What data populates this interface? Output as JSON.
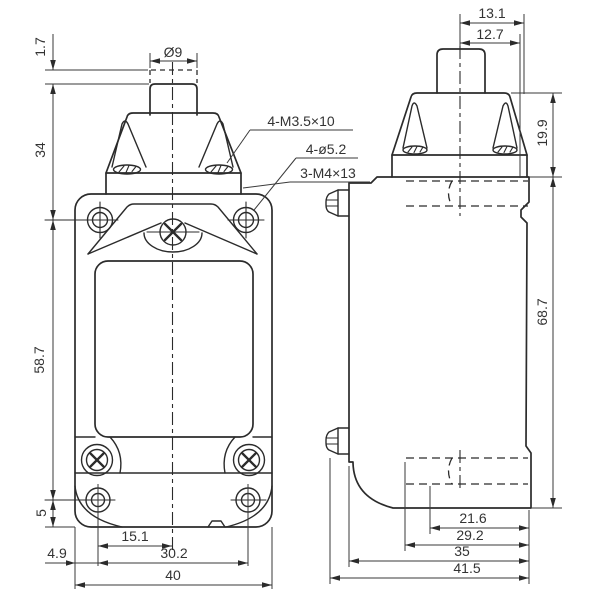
{
  "front_view": {
    "overtravel": "1.7",
    "plunger_diameter": "Ø9",
    "head_height": "34",
    "body_height": "58.7",
    "foot_height": "5",
    "edge_to_hole": "4.9",
    "hole_to_center": "15.1",
    "hole_spacing": "30.2",
    "overall_width": "40"
  },
  "side_view": {
    "center_to_back_outer": "13.1",
    "center_to_back": "12.7",
    "head_height": "19.9",
    "body_height": "68.7",
    "depth_a": "21.6",
    "depth_b": "29.2",
    "depth_c": "35",
    "overall_depth": "41.5"
  },
  "callouts": {
    "head_screws": "4-M3.5×10",
    "mounting_holes": "4-ø5.2",
    "cover_screws": "3-M4×13"
  }
}
